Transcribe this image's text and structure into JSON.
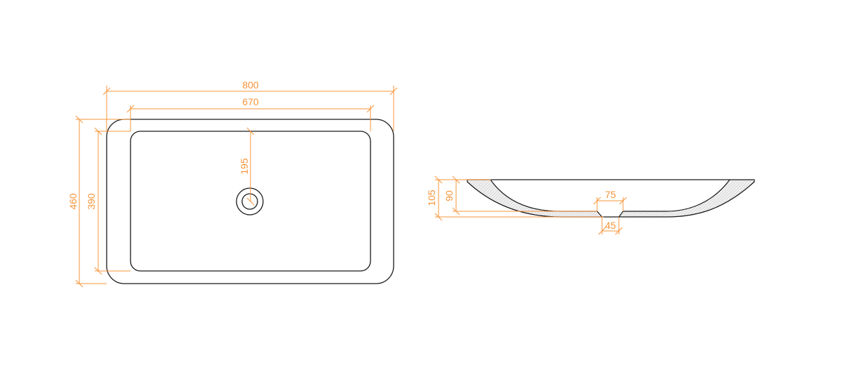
{
  "top_view": {
    "overall_width": "800",
    "basin_width": "670",
    "overall_depth": "460",
    "basin_depth": "390",
    "drain_offset": "195"
  },
  "side_view": {
    "overall_height": "105",
    "basin_height": "90",
    "drain_top_diameter": "75",
    "drain_bottom_diameter": "45"
  },
  "colors": {
    "dimension": "#f7943a",
    "outline": "#1a1a1a"
  }
}
